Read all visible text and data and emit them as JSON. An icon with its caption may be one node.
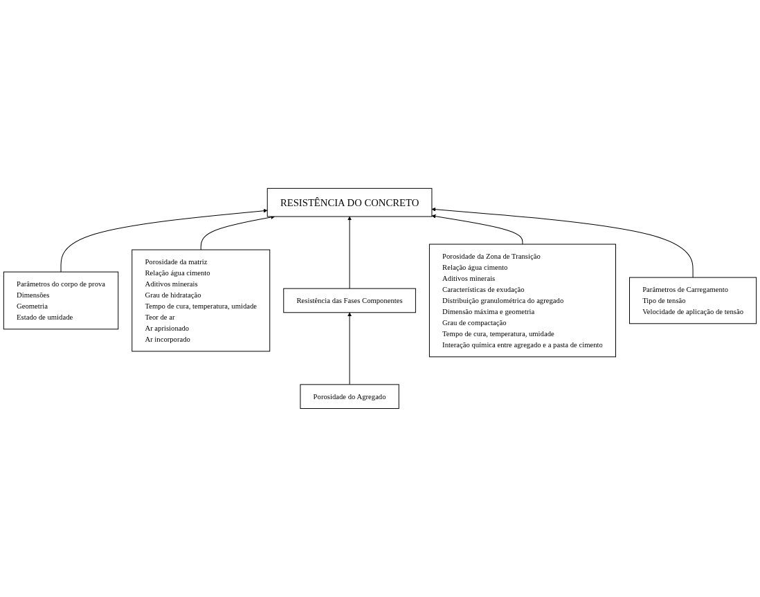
{
  "diagram": {
    "nodes": [
      {
        "text": [
          "RESISTÊNCIA DO CONCRETO"
        ]
      },
      {
        "text": [
          "Parâmetros do corpo de prova",
          "Dimensões",
          "Geometria",
          "Estado de umidade"
        ]
      },
      {
        "text": [
          "Resistência das Fases Componentes"
        ]
      },
      {
        "text": [
          "Parâmetros de Carregamento",
          "Tipo de tensão",
          "Velocidade de aplicação de tensão"
        ]
      },
      {
        "text": [
          "Porosidade do Agregado"
        ]
      },
      {
        "text": [
          "Porosidade da matriz",
          "Relação água cimento",
          "Aditivos minerais",
          "Grau de hidratação",
          "Tempo de cura, temperatura, umidade",
          "Teor de ar",
          "Ar aprisionado",
          "Ar incorporado"
        ]
      },
      {
        "text": [
          "Porosidade da Zona de Transição",
          "Relação água cimento",
          "Aditivos minerais",
          "Características de exudação",
          "Distribuição granulométrica do agregado",
          "Dimensão máxima e geometria",
          "Grau de compactação",
          "Tempo de cura, temperatura, umidade",
          "Interação química entre agregado e  a pasta de cimento"
        ]
      }
    ],
    "edges": [
      {
        "from": 1,
        "to": 0,
        "arrow": "to"
      },
      {
        "from": 5,
        "to": 0,
        "arrow": "to"
      },
      {
        "from": 2,
        "to": 0,
        "arrow": "to"
      },
      {
        "from": 4,
        "to": 2,
        "arrow": "to"
      },
      {
        "from": 6,
        "to": 0,
        "arrow": "to"
      },
      {
        "from": 3,
        "to": 0,
        "arrow": "to"
      }
    ]
  }
}
